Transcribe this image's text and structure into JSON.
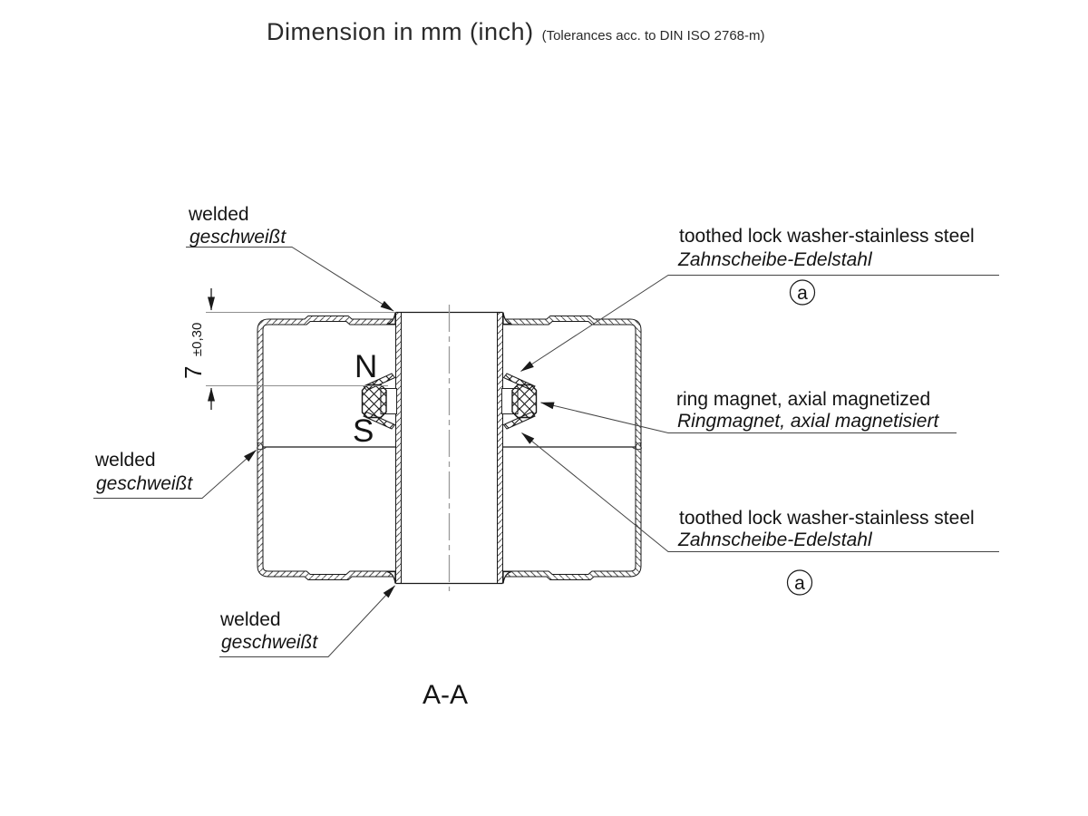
{
  "title": {
    "main": "Dimension in mm (inch)",
    "tolerances": "(Tolerances acc. to DIN ISO 2768-m)"
  },
  "section": {
    "label": "A-A"
  },
  "dimension": {
    "value": "7",
    "tolerance": "±0,30"
  },
  "poles": {
    "north": "N",
    "south": "S"
  },
  "balloon": {
    "label": "a"
  },
  "callouts": {
    "welded_top": {
      "en": "welded",
      "de": "geschweißt"
    },
    "welded_left": {
      "en": "welded",
      "de": "geschweißt"
    },
    "welded_bottom": {
      "en": "welded",
      "de": "geschweißt"
    },
    "washer_top": {
      "en": "toothed lock washer-stainless steel",
      "de": "Zahnscheibe-Edelstahl"
    },
    "magnet": {
      "en": "ring magnet, axial magnetized",
      "de": "Ringmagnet, axial magnetisiert"
    },
    "washer_bottom": {
      "en": "toothed lock washer-stainless steel",
      "de": "Zahnscheibe-Edelstahl"
    }
  },
  "colors": {
    "line": "#1a1a1a",
    "auxiliary": "#8f8f8f",
    "background": "#ffffff"
  }
}
